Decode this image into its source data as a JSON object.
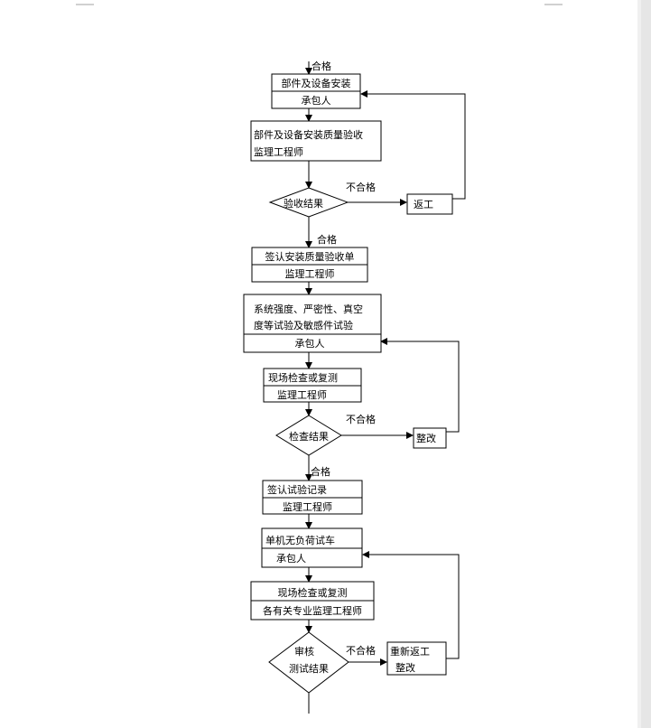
{
  "flow": {
    "b1": {
      "l1": "部件及设备安装",
      "l2": "承包人"
    },
    "b2": {
      "l1": "部件及设备安装质量验收",
      "l2": "监理工程师"
    },
    "d1": {
      "l1": "验收结果"
    },
    "r1": {
      "l1": "返工"
    },
    "b3": {
      "l1": "签认安装质量验收单",
      "l2": "监理工程师"
    },
    "b4": {
      "l1": "系统强度、严密性、真空",
      "l2": "度等试验及敏感件试验",
      "l3": "承包人"
    },
    "b5": {
      "l1": "现场检查或复测",
      "l2": "监理工程师"
    },
    "d2": {
      "l1": "检查结果"
    },
    "r2": {
      "l1": "整改"
    },
    "b6": {
      "l1": "签认试验记录",
      "l2": "监理工程师"
    },
    "b7": {
      "l1": "单机无负荷试车",
      "l2": "承包人"
    },
    "b8": {
      "l1": "现场检查或复测",
      "l2": "各有关专业监理工程师"
    },
    "d3": {
      "l1": "审核",
      "l2": "测试结果"
    },
    "r3": {
      "l1": "重新返工",
      "l2": "整改"
    },
    "lbl": {
      "pass1": "合格",
      "fail1": "不合格",
      "pass2": "合格",
      "fail2": "不合格",
      "pass3": "合格",
      "fail3": "不合格"
    }
  }
}
